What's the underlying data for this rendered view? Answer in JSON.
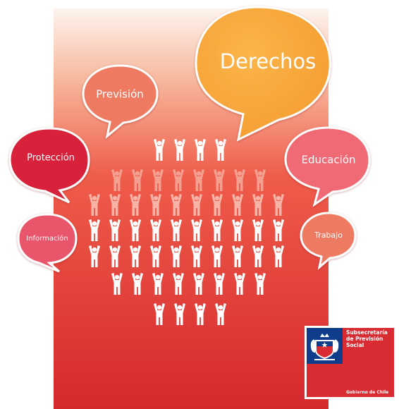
{
  "bubbles": {
    "derechos": "Derechos",
    "prevision": "Previsión",
    "proteccion": "Protección",
    "educacion": "Educación",
    "informacion": "Información",
    "trabajo": "Trabajo"
  },
  "logo": {
    "line1": "Subsecretaría",
    "line2": "de Previsión",
    "line3": "Social",
    "footer": "Gobierno de Chile"
  },
  "colors": {
    "gradient_top": "#fdf1ea",
    "gradient_bottom": "#d7282e",
    "orange": "#f8a43a",
    "salmon": "#ef7a62",
    "crimson": "#d8203a",
    "pink": "#f06a74",
    "flag_blue": "#0f3d8c",
    "flag_red": "#d92c32"
  }
}
